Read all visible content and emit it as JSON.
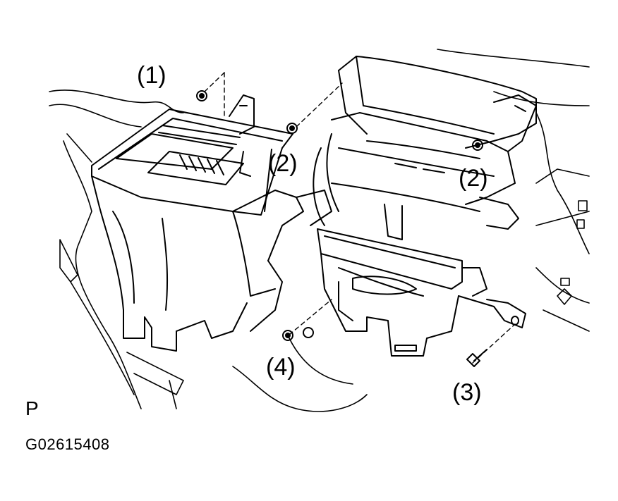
{
  "callouts": {
    "c1": "(1)",
    "c2_left": "(2)",
    "c2_right": "(2)",
    "c3": "(3)",
    "c4": "(4)"
  },
  "corner_mark": "P",
  "figure_id": "G02615408",
  "colors": {
    "line": "#000000",
    "background": "#ffffff"
  }
}
